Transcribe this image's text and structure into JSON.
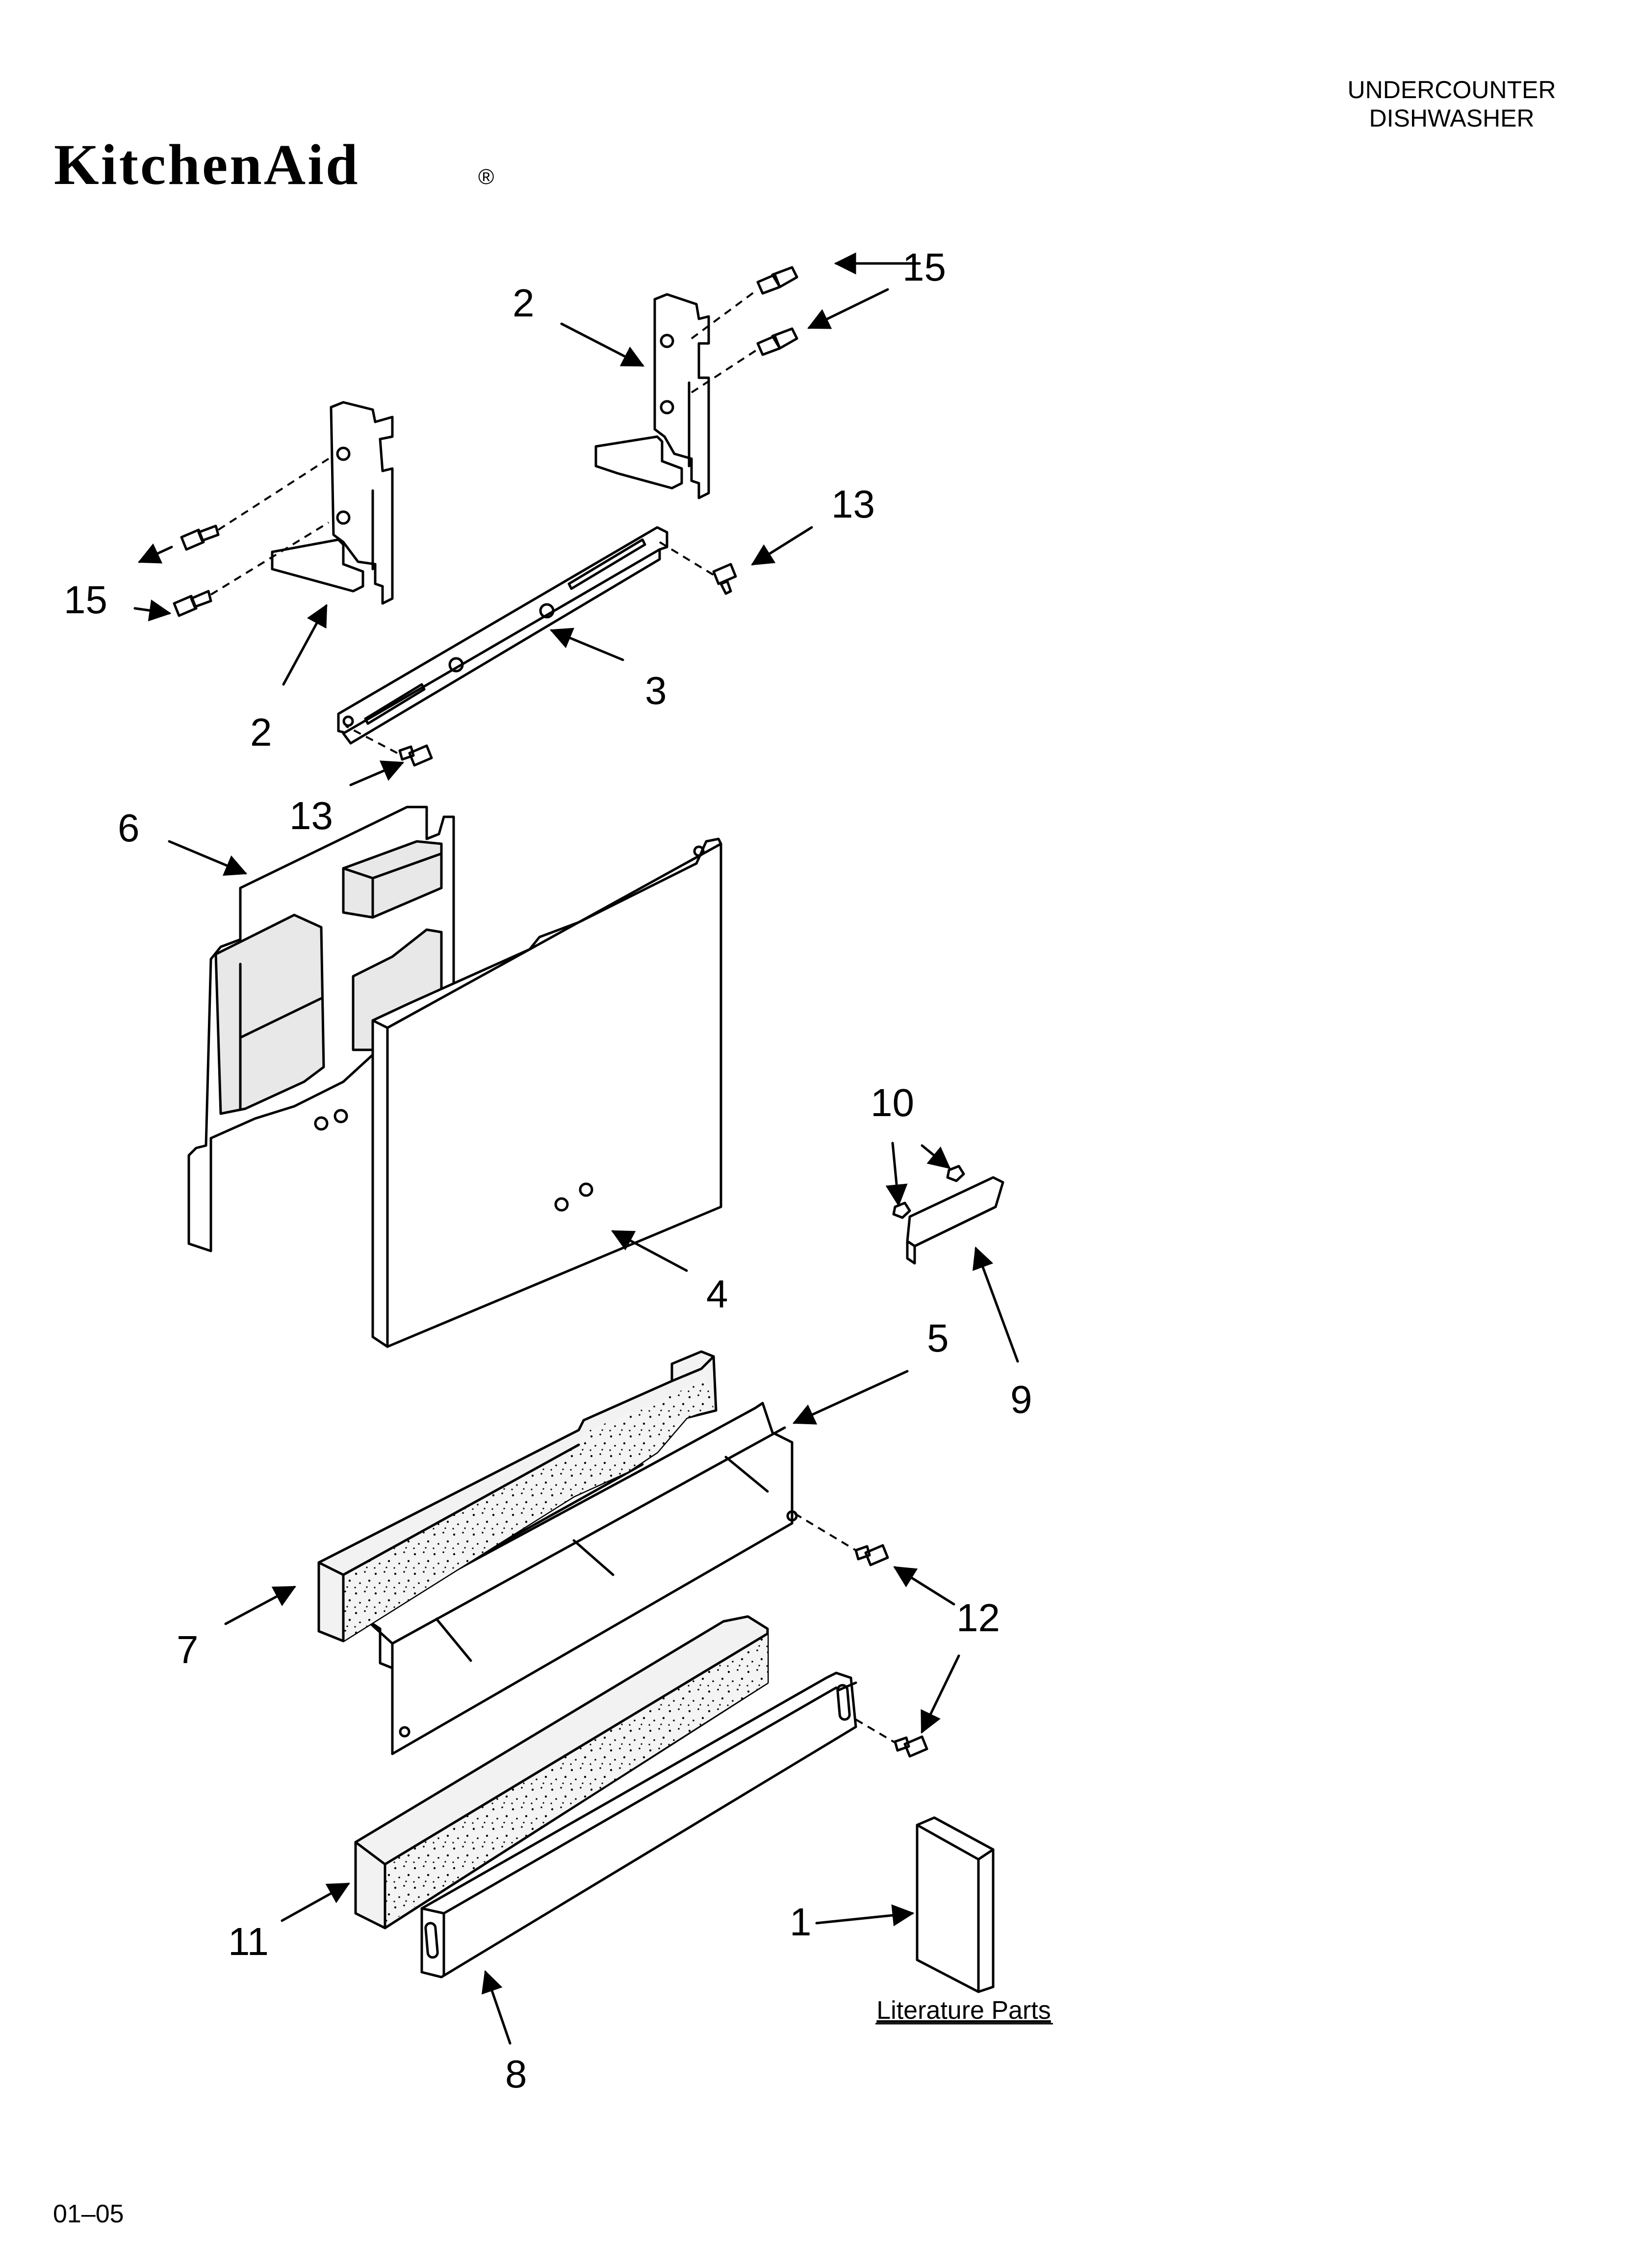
{
  "header": {
    "brand": "KitchenAid",
    "registered_mark": "®",
    "title_line1": "UNDERCOUNTER",
    "title_line2": "DISHWASHER"
  },
  "callouts": {
    "c1": "1",
    "c2a": "2",
    "c2b": "2",
    "c3": "3",
    "c4": "4",
    "c5": "5",
    "c6": "6",
    "c7": "7",
    "c8": "8",
    "c9": "9",
    "c10": "10",
    "c11": "11",
    "c12": "12",
    "c13a": "13",
    "c13b": "13",
    "c15a": "15",
    "c15b": "15"
  },
  "literature_label": "Literature Parts",
  "footer": {
    "page_code": "01–05"
  }
}
